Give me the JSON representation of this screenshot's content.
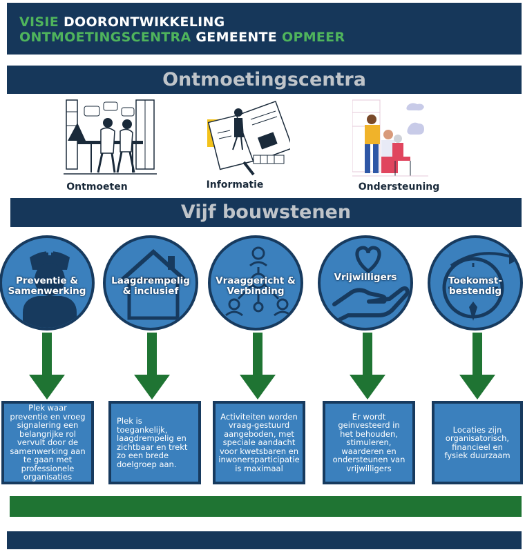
{
  "header": {
    "line1_a": "VISIE",
    "line1_b": "DOORONTWIKKELING",
    "line2_a": "ONTMOETINGSCENTRA",
    "line2_b": "GEMEENTE",
    "line2_c": "OPMEER"
  },
  "section1": {
    "title": "Ontmoetingscentra",
    "items": [
      {
        "label": "Ontmoeten"
      },
      {
        "label": "Informatie"
      },
      {
        "label": "Ondersteuning"
      }
    ]
  },
  "section2": {
    "title": "Vijf bouwstenen",
    "blocks": [
      {
        "title_l1": "Preventie &",
        "title_l2": "Samenwerking",
        "description": "Plek waar preventie en vroeg signalering een belangrijke rol vervult door de samenwerking aan te gaan met professionele organisaties"
      },
      {
        "title_l1": "Laagdrempelig",
        "title_l2": "& inclusief",
        "description": "Plek is toegankelijk, laagdrempelig en zichtbaar en trekt zo een brede doelgroep aan."
      },
      {
        "title_l1": "Vraaggericht &",
        "title_l2": "Verbinding",
        "description": "Activiteiten worden vraag-gestuurd aangeboden, met speciale aandacht voor kwetsbaren en inwonersparticipatie is maximaal"
      },
      {
        "title_l1": "Vrijwilligers",
        "title_l2": "",
        "description": "Er wordt geinvesteerd in het behouden, stimuleren, waarderen en ondersteunen van vrijwilligers"
      },
      {
        "title_l1": "Toekomst-",
        "title_l2": "bestendig",
        "description": "Locaties zijn organisatorisch, financieel en fysiek duurzaam"
      }
    ]
  },
  "colors": {
    "navy": "#16375a",
    "green": "#1f7433",
    "header_green": "#4fb45c",
    "circle_blue": "#3b80bd"
  }
}
